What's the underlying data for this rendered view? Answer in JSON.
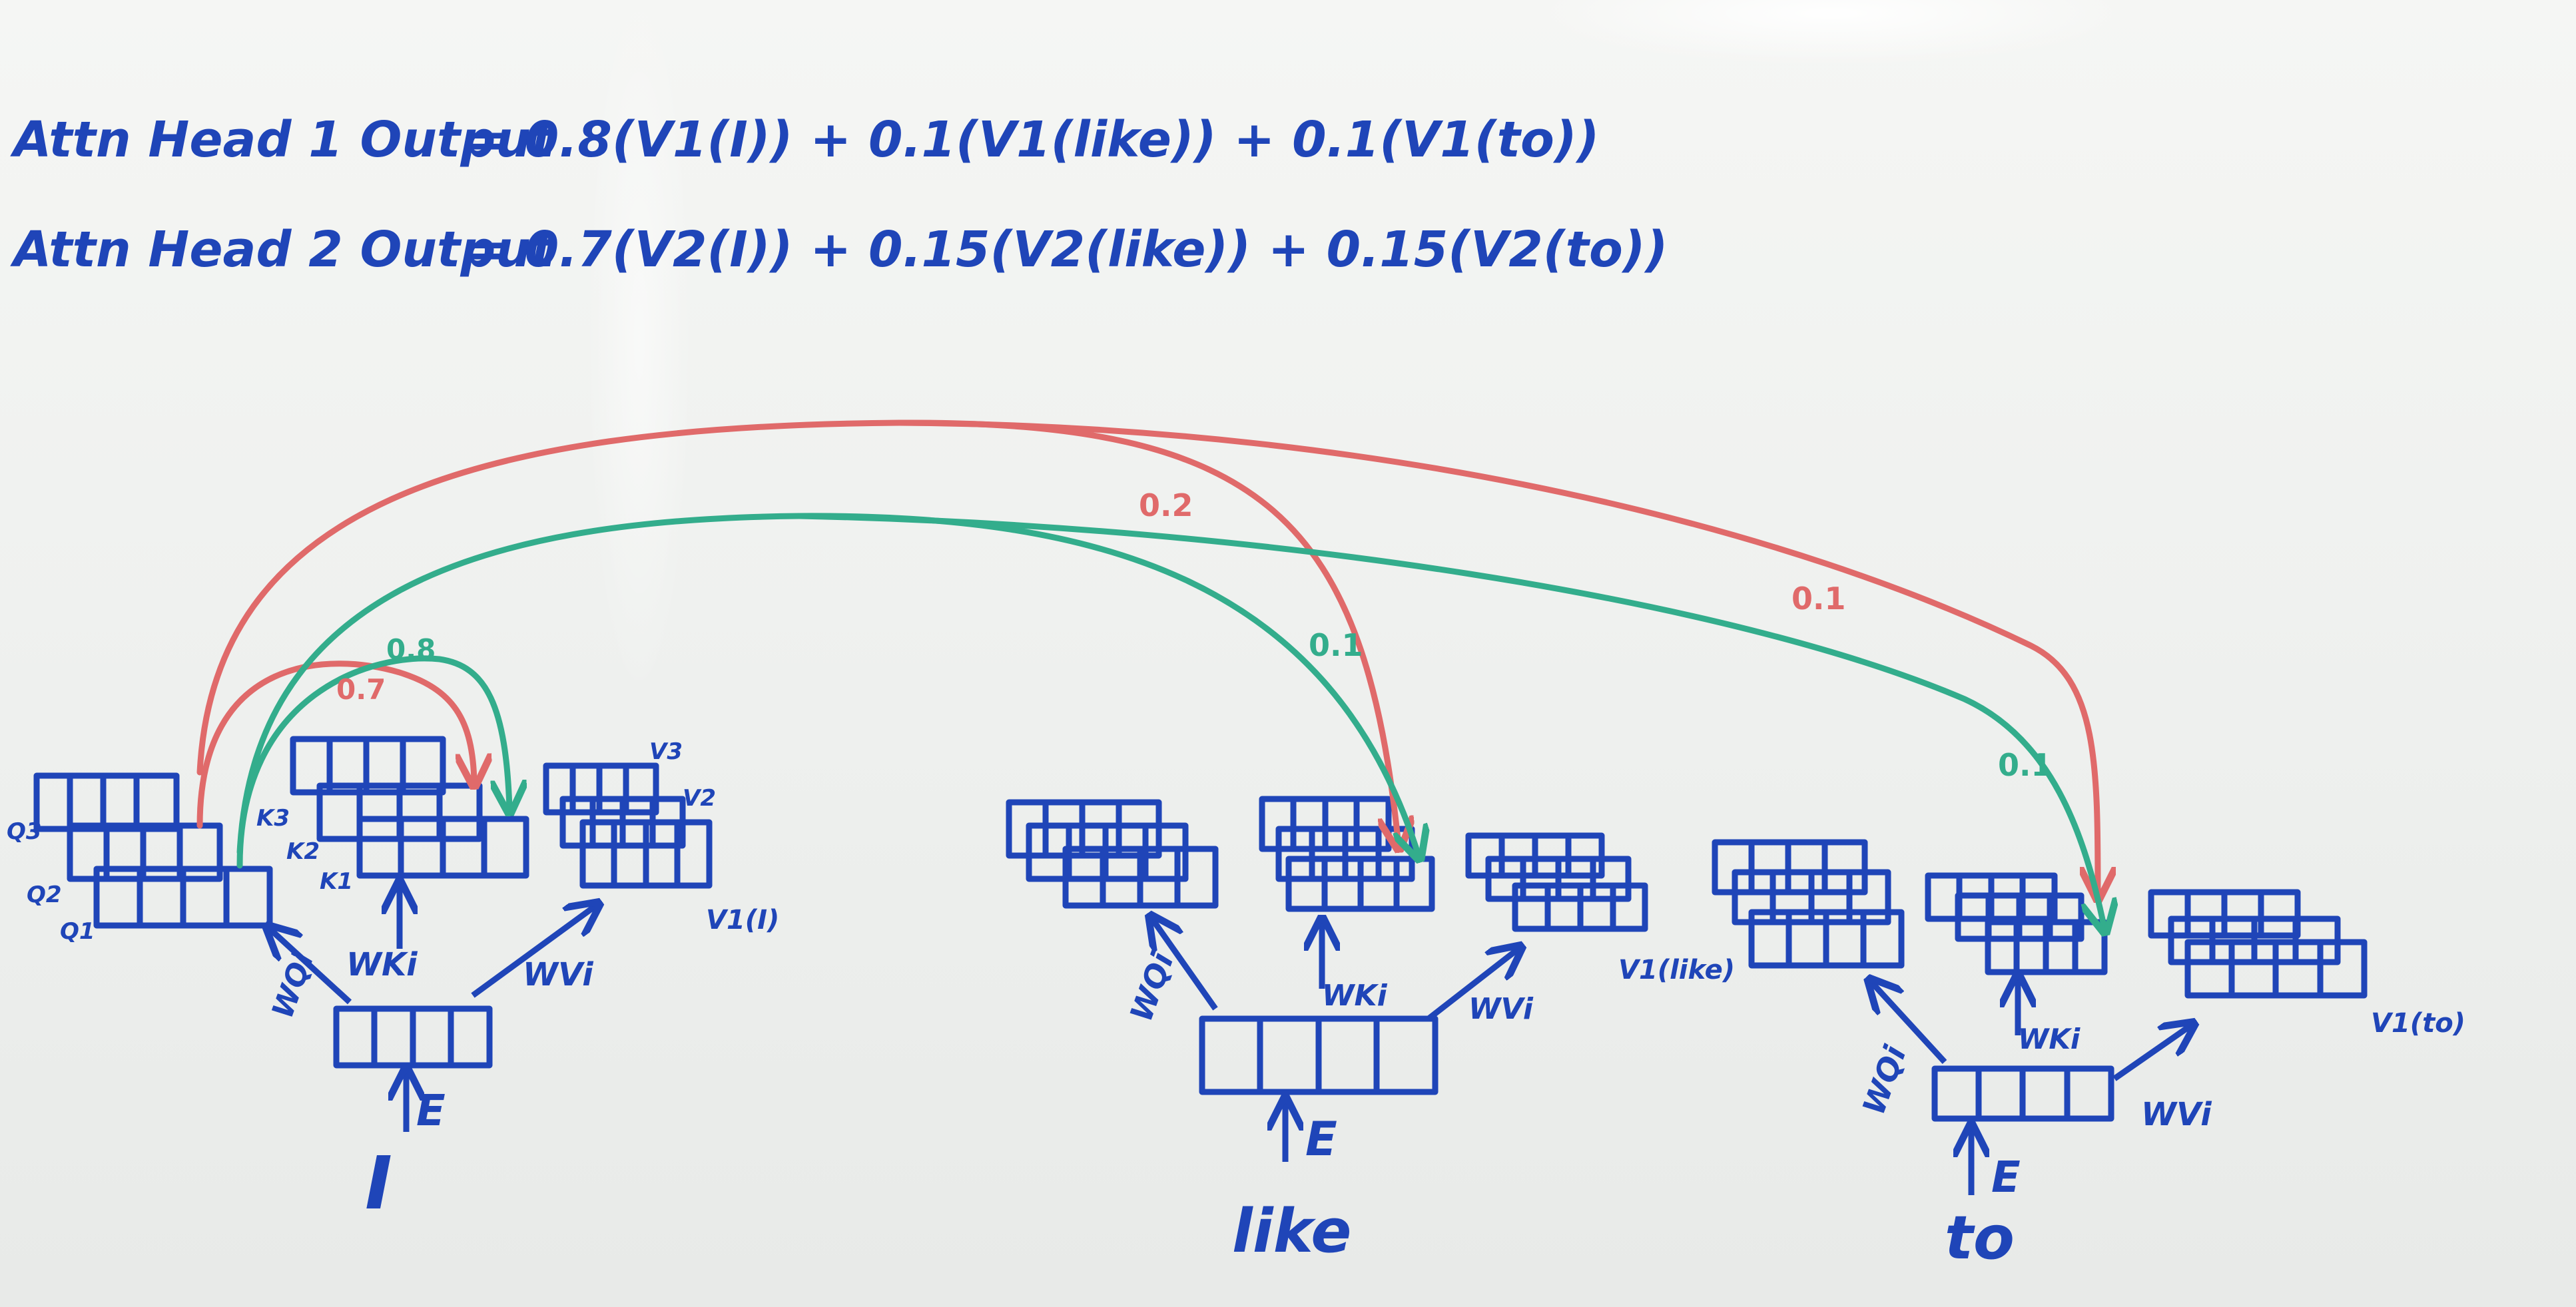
{
  "board": {
    "equations": [
      {
        "head": "Attn Head 1 Output",
        "expr": "= 0.8(V1(I)) + 0.1(V1(like)) + 0.1(V1(to))"
      },
      {
        "head": "Attn Head 2 Output",
        "expr": "= 0.7(V2(I)) + 0.15(V2(like)) + 0.15(V2(to))"
      }
    ],
    "tokens": [
      {
        "word": "I",
        "embedding_label": "E",
        "wq_label": "WQi",
        "wk_label": "WKi",
        "wv_label": "WVi",
        "q_labels": [
          "Q3",
          "Q2",
          "Q1"
        ],
        "k_labels": [
          "K3",
          "K2",
          "K1"
        ],
        "v_labels": [
          "V3",
          "V2"
        ],
        "value_output_label": "V1(I)"
      },
      {
        "word": "like",
        "embedding_label": "E",
        "wq_label": "WQi",
        "wk_label": "WKi",
        "wv_label": "WVi",
        "value_output_label": "V1(like)"
      },
      {
        "word": "to",
        "embedding_label": "E",
        "wq_label": "WQi",
        "wk_label": "WKi",
        "wv_label": "WVi",
        "value_output_label": "V1(to)"
      }
    ],
    "attention_weights": {
      "red": [
        "0.7",
        "0.2",
        "0.1"
      ],
      "green": [
        "0.8",
        "0.1",
        "0.1"
      ]
    },
    "colors": {
      "marker_blue": "#1f45b8",
      "marker_red": "#e06a6a",
      "marker_green": "#33ad8c",
      "board": "#f2f3f1"
    }
  }
}
